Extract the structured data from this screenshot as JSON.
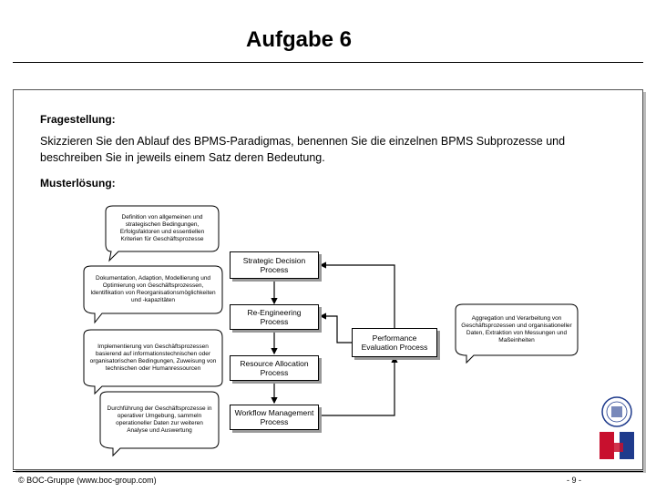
{
  "slide": {
    "title": "Aufgabe 6"
  },
  "content": {
    "question_label": "Fragestellung:",
    "question_text": "Skizzieren Sie den Ablauf des BPMS-Paradigmas, benennen Sie die einzelnen BPMS Subprozesse und beschreiben Sie in jeweils einem Satz deren Bedeutung.",
    "solution_label": "Musterlösung:"
  },
  "diagram": {
    "processes": {
      "strategic": "Strategic Decision Process",
      "reengineering": "Re-Engineering Process",
      "resource": "Resource Allocation Process",
      "workflow": "Workflow Management Process",
      "performance": "Performance Evaluation Process"
    },
    "notes": {
      "strategic": "Definition von allgemeinen und strategischen Bedingungen, Erfolgsfaktoren und essentiellen Kriterien für Geschäftsprozesse",
      "reengineering": "Dokumentation, Adaption, Modellierung und Optimierung von Geschäftsprozessen, Identifikation von Reorganisationsmöglichkeiten und -kapazitäten",
      "resource": "Implementierung von Geschäftsprozessen basierend auf informationstechnischen oder organisatorischen Bedingungen, Zuweisung von technischen oder Humanressourcen",
      "workflow": "Durchführung der Geschäftsprozesse in operativer Umgebung, sammeln operationeller Daten zur weiteren Analyse und Auswertung",
      "performance": "Aggregation und Verarbeitung von Geschäftsprozessen und organisationeller Daten, Extraktion von Messungen und Maßeinheiten"
    }
  },
  "footer": {
    "copyright": "© BOC-Gruppe (www.boc-group.com)",
    "page": "- 9 -"
  },
  "colors": {
    "note_fill": "#ffffff",
    "logo_red": "#c8102e",
    "logo_blue": "#1f3b8c"
  }
}
